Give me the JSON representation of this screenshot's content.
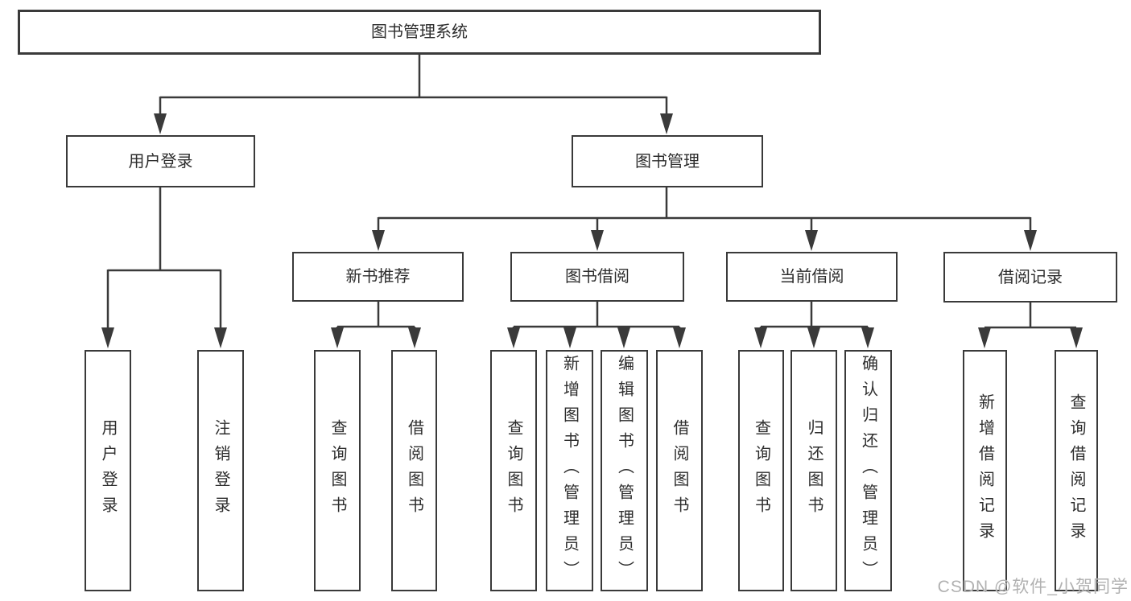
{
  "diagram_title": "图书管理系统",
  "nodes": {
    "root": "图书管理系统",
    "user_login": "用户登录",
    "book_mgmt": "图书管理",
    "new_book_rec": "新书推荐",
    "book_borrow": "图书借阅",
    "current_borrow": "当前借阅",
    "borrow_records": "借阅记录",
    "leaf_user_login": "用户登录",
    "leaf_logout_login": "注销登录",
    "leaf_query_books_rec": "查询图书",
    "leaf_borrow_books_rec": "借阅图书",
    "leaf_query_books_bor": "查询图书",
    "leaf_add_book_admin": "新增图书（管理员）",
    "leaf_edit_book_admin": "编辑图书（管理员）",
    "leaf_borrow_books_bor": "借阅图书",
    "leaf_query_books_cur": "查询图书",
    "leaf_return_books": "归还图书",
    "leaf_confirm_return_admin": "确认归还（管理员）",
    "leaf_add_borrow_record": "新增借阅记录",
    "leaf_query_borrow_record": "查询借阅记录"
  },
  "hierarchy": {
    "图书管理系统": {
      "用户登录": [
        "用户登录",
        "注销登录"
      ],
      "图书管理": {
        "新书推荐": [
          "查询图书",
          "借阅图书"
        ],
        "图书借阅": [
          "查询图书",
          "新增图书（管理员）",
          "编辑图书（管理员）",
          "借阅图书"
        ],
        "当前借阅": [
          "查询图书",
          "归还图书",
          "确认归还（管理员）"
        ],
        "借阅记录": [
          "新增借阅记录",
          "查询借阅记录"
        ]
      }
    }
  },
  "watermark": {
    "text": "CSDN @软件_小贺同学"
  },
  "colors": {
    "box_border": "#3a3a3a",
    "box_fill": "#ffffff",
    "text": "#2d2d2d",
    "connector": "#3a3a3a",
    "watermark": "#b1b1b1",
    "background": "#ffffff"
  }
}
